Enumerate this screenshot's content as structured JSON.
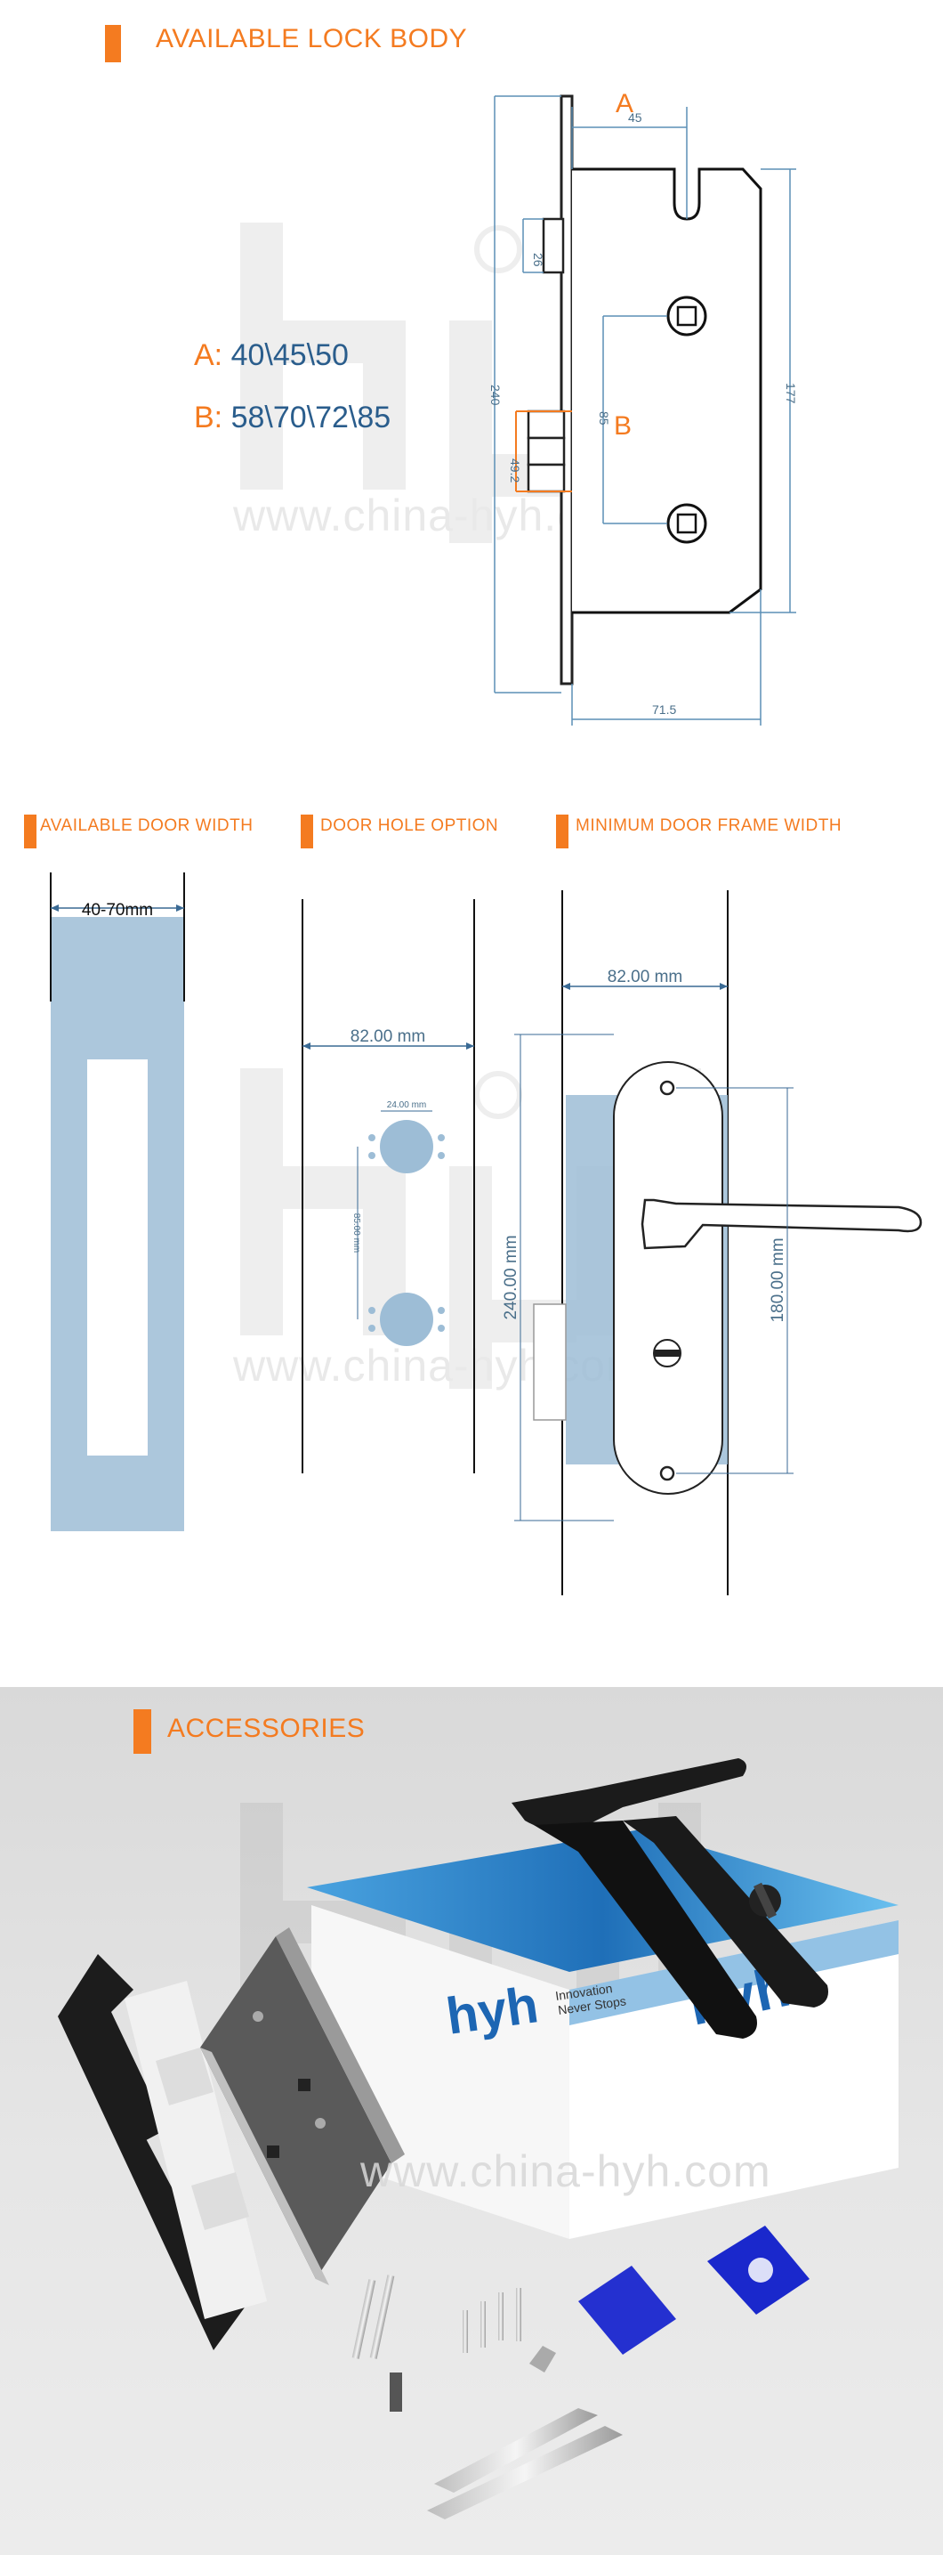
{
  "sections": {
    "lock_body": {
      "title": "AVAILABLE LOCK BODY"
    },
    "door_width": {
      "title": "AVAILABLE DOOR WIDTH",
      "range_label": "40-70mm"
    },
    "door_hole": {
      "title": "DOOR HOLE OPTION",
      "width": "82.00 mm",
      "spacing": "24.00 mm",
      "height": "85.00 mm"
    },
    "frame_width": {
      "title": "MINIMUM DOOR FRAME WIDTH",
      "width": "82.00 mm",
      "plate_height": "240.00 mm",
      "hole_height": "180.00 mm"
    },
    "accessories": {
      "title": "ACCESSORIES"
    }
  },
  "lock_body": {
    "label_a": "A",
    "label_b": "B",
    "option_a_key": "A:",
    "option_a_values": "40\\45\\50",
    "option_b_key": "B:",
    "option_b_values": "58\\70\\72\\85",
    "dims": {
      "d45": "45",
      "d26": "26",
      "d240": "240",
      "d177": "177",
      "d85": "85",
      "d49_2": "49.2",
      "d71_5": "71.5"
    }
  },
  "watermark": {
    "url": "www.china-hyh.com"
  },
  "box": {
    "slogan_1": "Innovation",
    "slogan_2": "Never Stops"
  },
  "colors": {
    "accent": "#f47b20",
    "blue_fill": "#9dbdd6",
    "dim_line": "#4a6f8a",
    "dark_blue": "#2a5d8c"
  }
}
